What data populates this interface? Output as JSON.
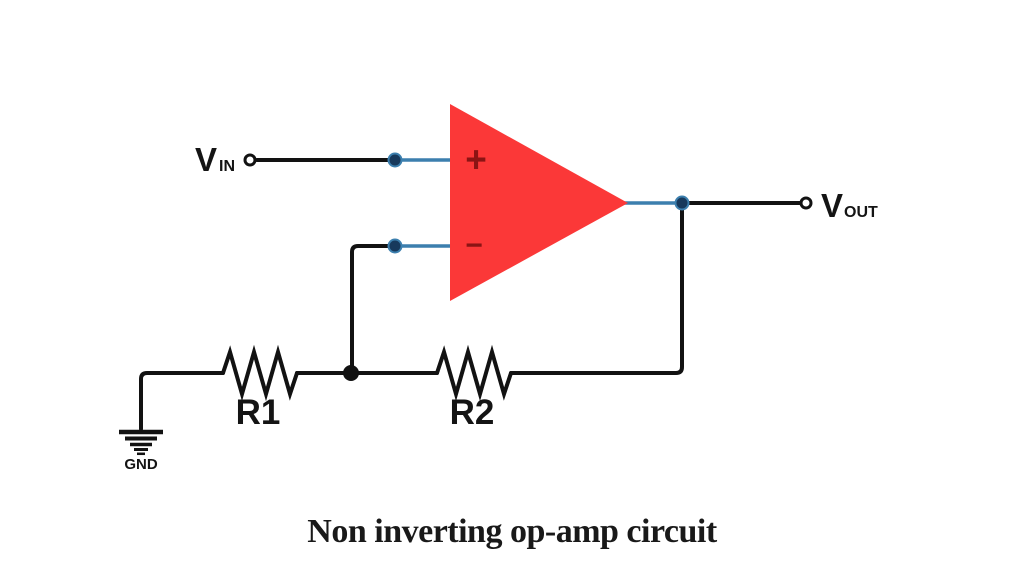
{
  "title": "Non inverting op-amp circuit",
  "labels": {
    "vin": {
      "main": "V",
      "sub": "IN"
    },
    "vout": {
      "main": "V",
      "sub": "OUT"
    },
    "r1": "R1",
    "r2": "R2",
    "gnd": "GND",
    "opamp": {
      "plus": "+",
      "minus": "−"
    }
  },
  "colors": {
    "background": "#ffffff",
    "opamp_fill": "#fb3838",
    "opamp_sign": "#8b1414",
    "wire": "#121212",
    "wire_blue": "#3c7fae",
    "node_fill": "#17395c",
    "node_ring": "#3c7fae",
    "junction": "#111111"
  }
}
